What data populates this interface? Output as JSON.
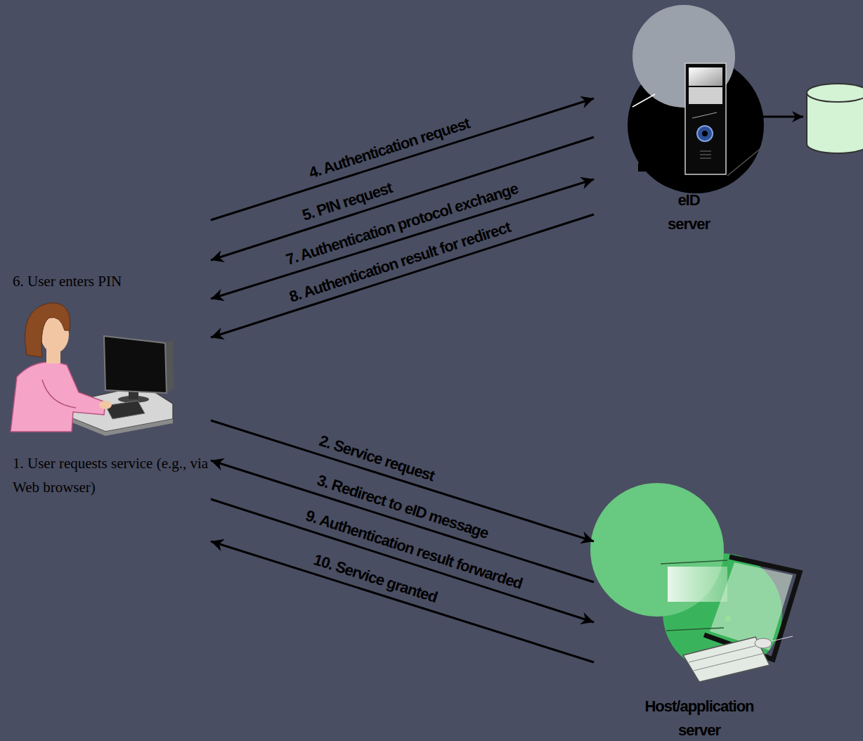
{
  "diagram": {
    "nodes": [
      {
        "text": [
          "eID server"
        ]
      },
      {
        "text": [
          "6. User enters PIN",
          "1. User requests service (e.g., via Web browser)"
        ]
      },
      {
        "text": [
          "Host/application server"
        ]
      }
    ],
    "edges": [
      {
        "from": 1,
        "to": 2,
        "label": "2. Service request",
        "arrow": "to"
      },
      {
        "from": 2,
        "to": 1,
        "label": "3. Redirect to eID message",
        "arrow": "to"
      },
      {
        "from": 1,
        "to": 0,
        "label": "4. Authentication request",
        "arrow": "to"
      },
      {
        "from": 0,
        "to": 1,
        "label": "5. PIN request",
        "arrow": "to"
      },
      {
        "from": 1,
        "to": 0,
        "label": "7. Authentication protocol exchange",
        "arrow": "both"
      },
      {
        "from": 0,
        "to": 1,
        "label": "8. Authentication result for redirect",
        "arrow": "to"
      },
      {
        "from": 1,
        "to": 2,
        "label": "9. Authentication result forwarded",
        "arrow": "to"
      },
      {
        "from": 2,
        "to": 1,
        "label": "10. Service granted",
        "arrow": "to"
      }
    ]
  }
}
